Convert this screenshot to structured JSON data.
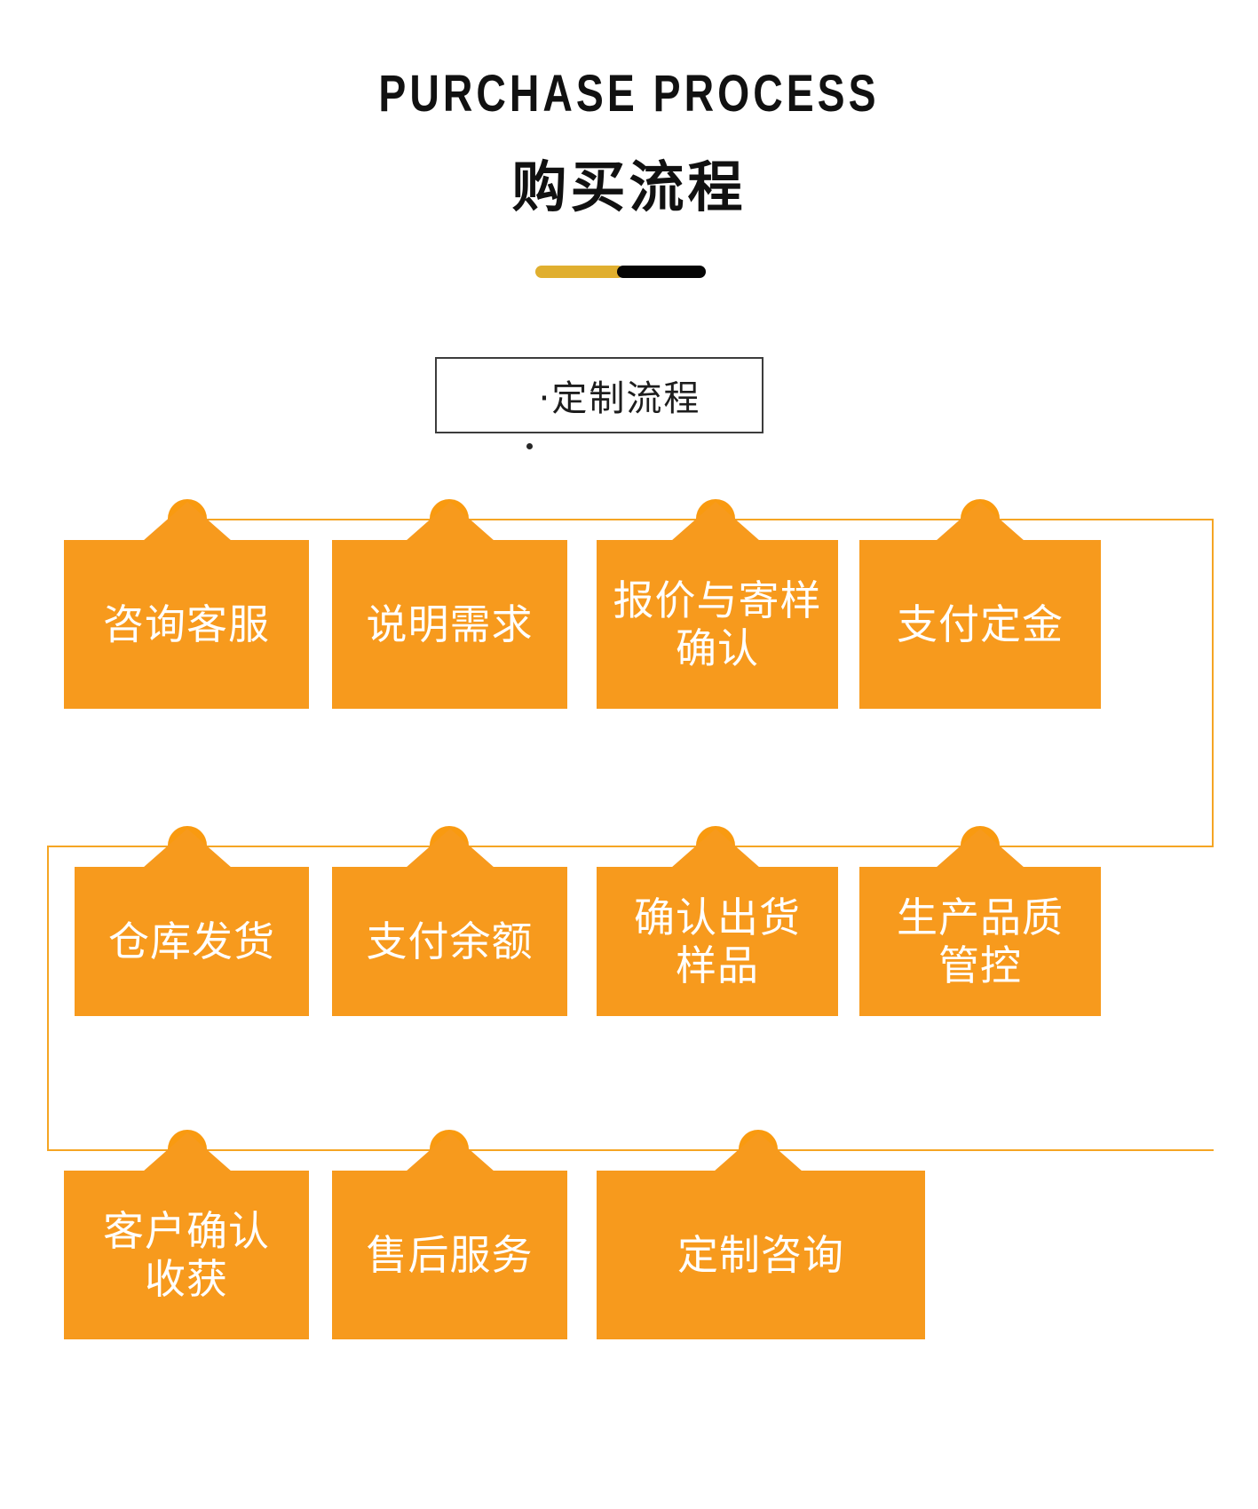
{
  "header": {
    "title_en": "PURCHASE PROCESS",
    "title_cn": "购买流程",
    "divider_gold": "#e0af2f",
    "divider_black": "#050505"
  },
  "subtitle": {
    "label": "·定制流程"
  },
  "theme": {
    "box_orange": "#f79a1d",
    "node_orange": "#f99a10",
    "node_ring": "#ffd84d",
    "line_orange": "#f5a524",
    "text_white": "#ffffff",
    "ink": "#111111"
  },
  "flow": {
    "rows": [
      {
        "row_index": 1,
        "steps": [
          {
            "index": 1,
            "label": "咨询客服"
          },
          {
            "index": 2,
            "label": "说明需求"
          },
          {
            "index": 3,
            "label": "报价与寄样\n确认"
          },
          {
            "index": 4,
            "label": "支付定金"
          }
        ]
      },
      {
        "row_index": 2,
        "steps": [
          {
            "index": 8,
            "label": "仓库发货"
          },
          {
            "index": 7,
            "label": "支付余额"
          },
          {
            "index": 6,
            "label": "确认出货\n样品"
          },
          {
            "index": 5,
            "label": "生产品质\n管控"
          }
        ]
      },
      {
        "row_index": 3,
        "steps": [
          {
            "index": 9,
            "label": "客户确认\n收获"
          },
          {
            "index": 10,
            "label": "售后服务"
          },
          {
            "index": 11,
            "label": "定制咨询"
          }
        ]
      }
    ]
  }
}
